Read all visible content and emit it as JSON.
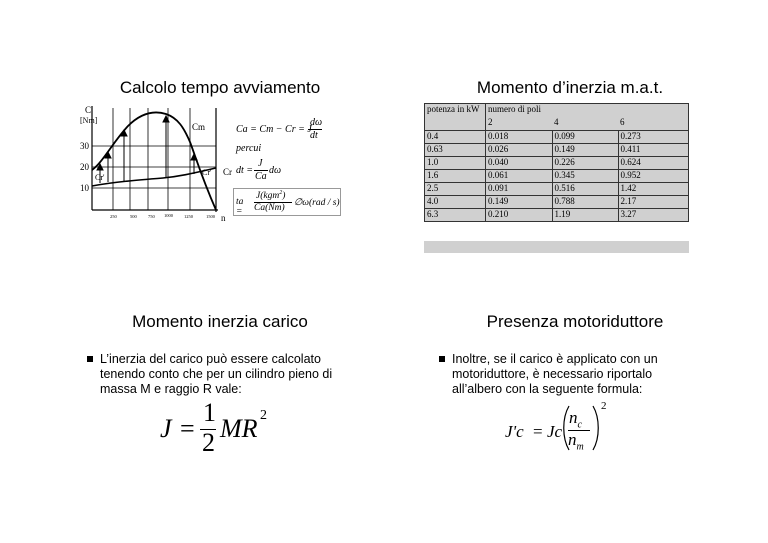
{
  "slide1": {
    "title": "Calcolo tempo avviamento",
    "chart": {
      "y_unit": "C\n[Nm]",
      "y_label_c": "C",
      "y_label_unit": "[Nm]",
      "y_ticks": [
        "30",
        "20",
        "10"
      ],
      "x_ticks": [
        "250",
        "500",
        "750",
        "1000",
        "1250",
        "1500"
      ],
      "x_label": "n",
      "curve_labels": {
        "cm": "Cm",
        "cr": "Cr",
        "cr_prime": "Cr'",
        "cr_right": "Cr'"
      }
    },
    "formulas": {
      "f1": "Ca = Cm − Cr = J dω/dt",
      "percui": "percui",
      "f2": "dt = J/Ca dω",
      "f3": "ta = J(kgm²)/Ca(Nm) ∅ω(rad / s)"
    }
  },
  "slide2": {
    "title": "Momento d’inerzia m.a.t.",
    "table": {
      "col_header": "potenza in kW",
      "group_header": "numero di poli",
      "poles": [
        "2",
        "4",
        "6"
      ],
      "rows": [
        [
          "0.4",
          "0.018",
          "0.099",
          "0.273"
        ],
        [
          "0.63",
          "0.026",
          "0.149",
          "0.411"
        ],
        [
          "1.0",
          "0.040",
          "0.226",
          "0.624"
        ],
        [
          "1.6",
          "0.061",
          "0.345",
          "0.952"
        ],
        [
          "2.5",
          "0.091",
          "0.516",
          "1.42"
        ],
        [
          "4.0",
          "0.149",
          "0.788",
          "2.17"
        ],
        [
          "6.3",
          "0.210",
          "1.19",
          "3.27"
        ]
      ]
    }
  },
  "slide3": {
    "title": "Momento inerzia carico",
    "bullet": "L’inerzia del carico può essere calcolato tenendo conto che per un cilindro pieno di massa M e raggio R vale:",
    "formula": {
      "lhs": "J",
      "num": "1",
      "den": "2",
      "rhs": "MR",
      "exp": "2"
    }
  },
  "slide4": {
    "title": "Presenza motoriduttore",
    "bullet": "Inoltre, se il carico è applicato con un motoriduttore, è necessario riportalo all’albero con la seguente formula:",
    "formula": {
      "lhs": "J'c",
      "jc": "Jc",
      "num": "n",
      "num_sub": "c",
      "den": "n",
      "den_sub": "m",
      "exp": "2"
    }
  }
}
